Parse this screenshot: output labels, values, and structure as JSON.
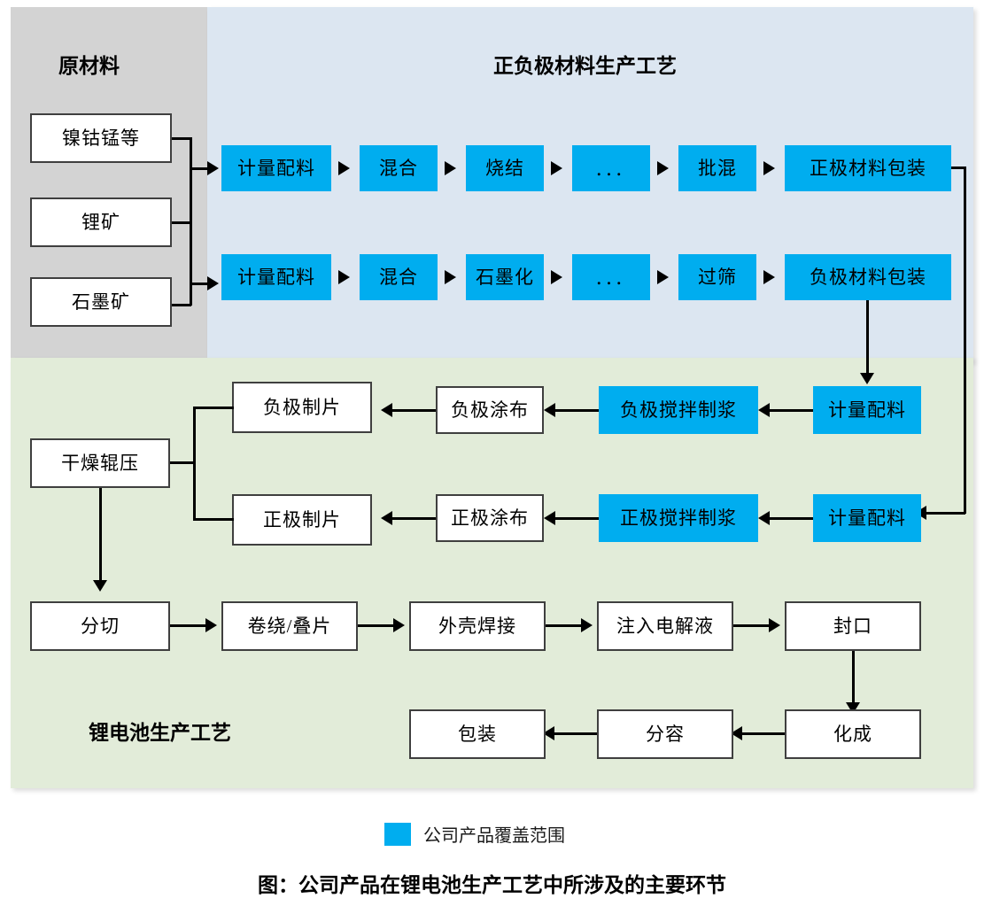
{
  "figure": {
    "caption": "图：公司产品在锂电池生产工艺中所涉及的主要环节",
    "legend": {
      "swatch_color": "#00ADEF",
      "label": "公司产品覆盖范围"
    }
  },
  "colors": {
    "company_product": "#00ADEF",
    "raw_material_panel": "#d3d3d3",
    "electrode_panel": "#dce6f1",
    "battery_panel": "#e2ecd9",
    "node_border": "#3f3f3f",
    "node_fill": "#ffffff"
  },
  "sections": {
    "raw_material": {
      "title": "原材料",
      "items": [
        {
          "label": "镍钴锰等"
        },
        {
          "label": "锂矿"
        },
        {
          "label": "石墨矿"
        }
      ]
    },
    "electrode_material": {
      "title": "正负极材料生产工艺",
      "cathode_line": [
        {
          "label": "计量配料",
          "covered": true
        },
        {
          "label": "混合",
          "covered": true
        },
        {
          "label": "烧结",
          "covered": true
        },
        {
          "label": "...",
          "covered": true
        },
        {
          "label": "批混",
          "covered": true
        },
        {
          "label": "正极材料包装",
          "covered": true
        }
      ],
      "anode_line": [
        {
          "label": "计量配料",
          "covered": true
        },
        {
          "label": "混合",
          "covered": true
        },
        {
          "label": "石墨化",
          "covered": true
        },
        {
          "label": "...",
          "covered": true
        },
        {
          "label": "过筛",
          "covered": true
        },
        {
          "label": "负极材料包装",
          "covered": true
        }
      ]
    },
    "battery_production": {
      "title": "锂电池生产工艺",
      "anode_line": [
        {
          "label": "计量配料",
          "covered": true
        },
        {
          "label": "负极搅拌制浆",
          "covered": true
        },
        {
          "label": "负极涂布",
          "covered": false
        },
        {
          "label": "负极制片",
          "covered": false
        }
      ],
      "cathode_line": [
        {
          "label": "计量配料",
          "covered": true
        },
        {
          "label": "正极搅拌制浆",
          "covered": true
        },
        {
          "label": "正极涂布",
          "covered": false
        },
        {
          "label": "正极制片",
          "covered": false
        }
      ],
      "merge_node": {
        "label": "干燥辊压",
        "covered": false
      },
      "assembly_line": [
        {
          "label": "分切",
          "covered": false
        },
        {
          "label": "卷绕/叠片",
          "covered": false
        },
        {
          "label": "外壳焊接",
          "covered": false
        },
        {
          "label": "注入电解液",
          "covered": false
        },
        {
          "label": "封口",
          "covered": false
        }
      ],
      "finishing_line": [
        {
          "label": "化成",
          "covered": false
        },
        {
          "label": "分容",
          "covered": false
        },
        {
          "label": "包装",
          "covered": false
        }
      ]
    }
  }
}
